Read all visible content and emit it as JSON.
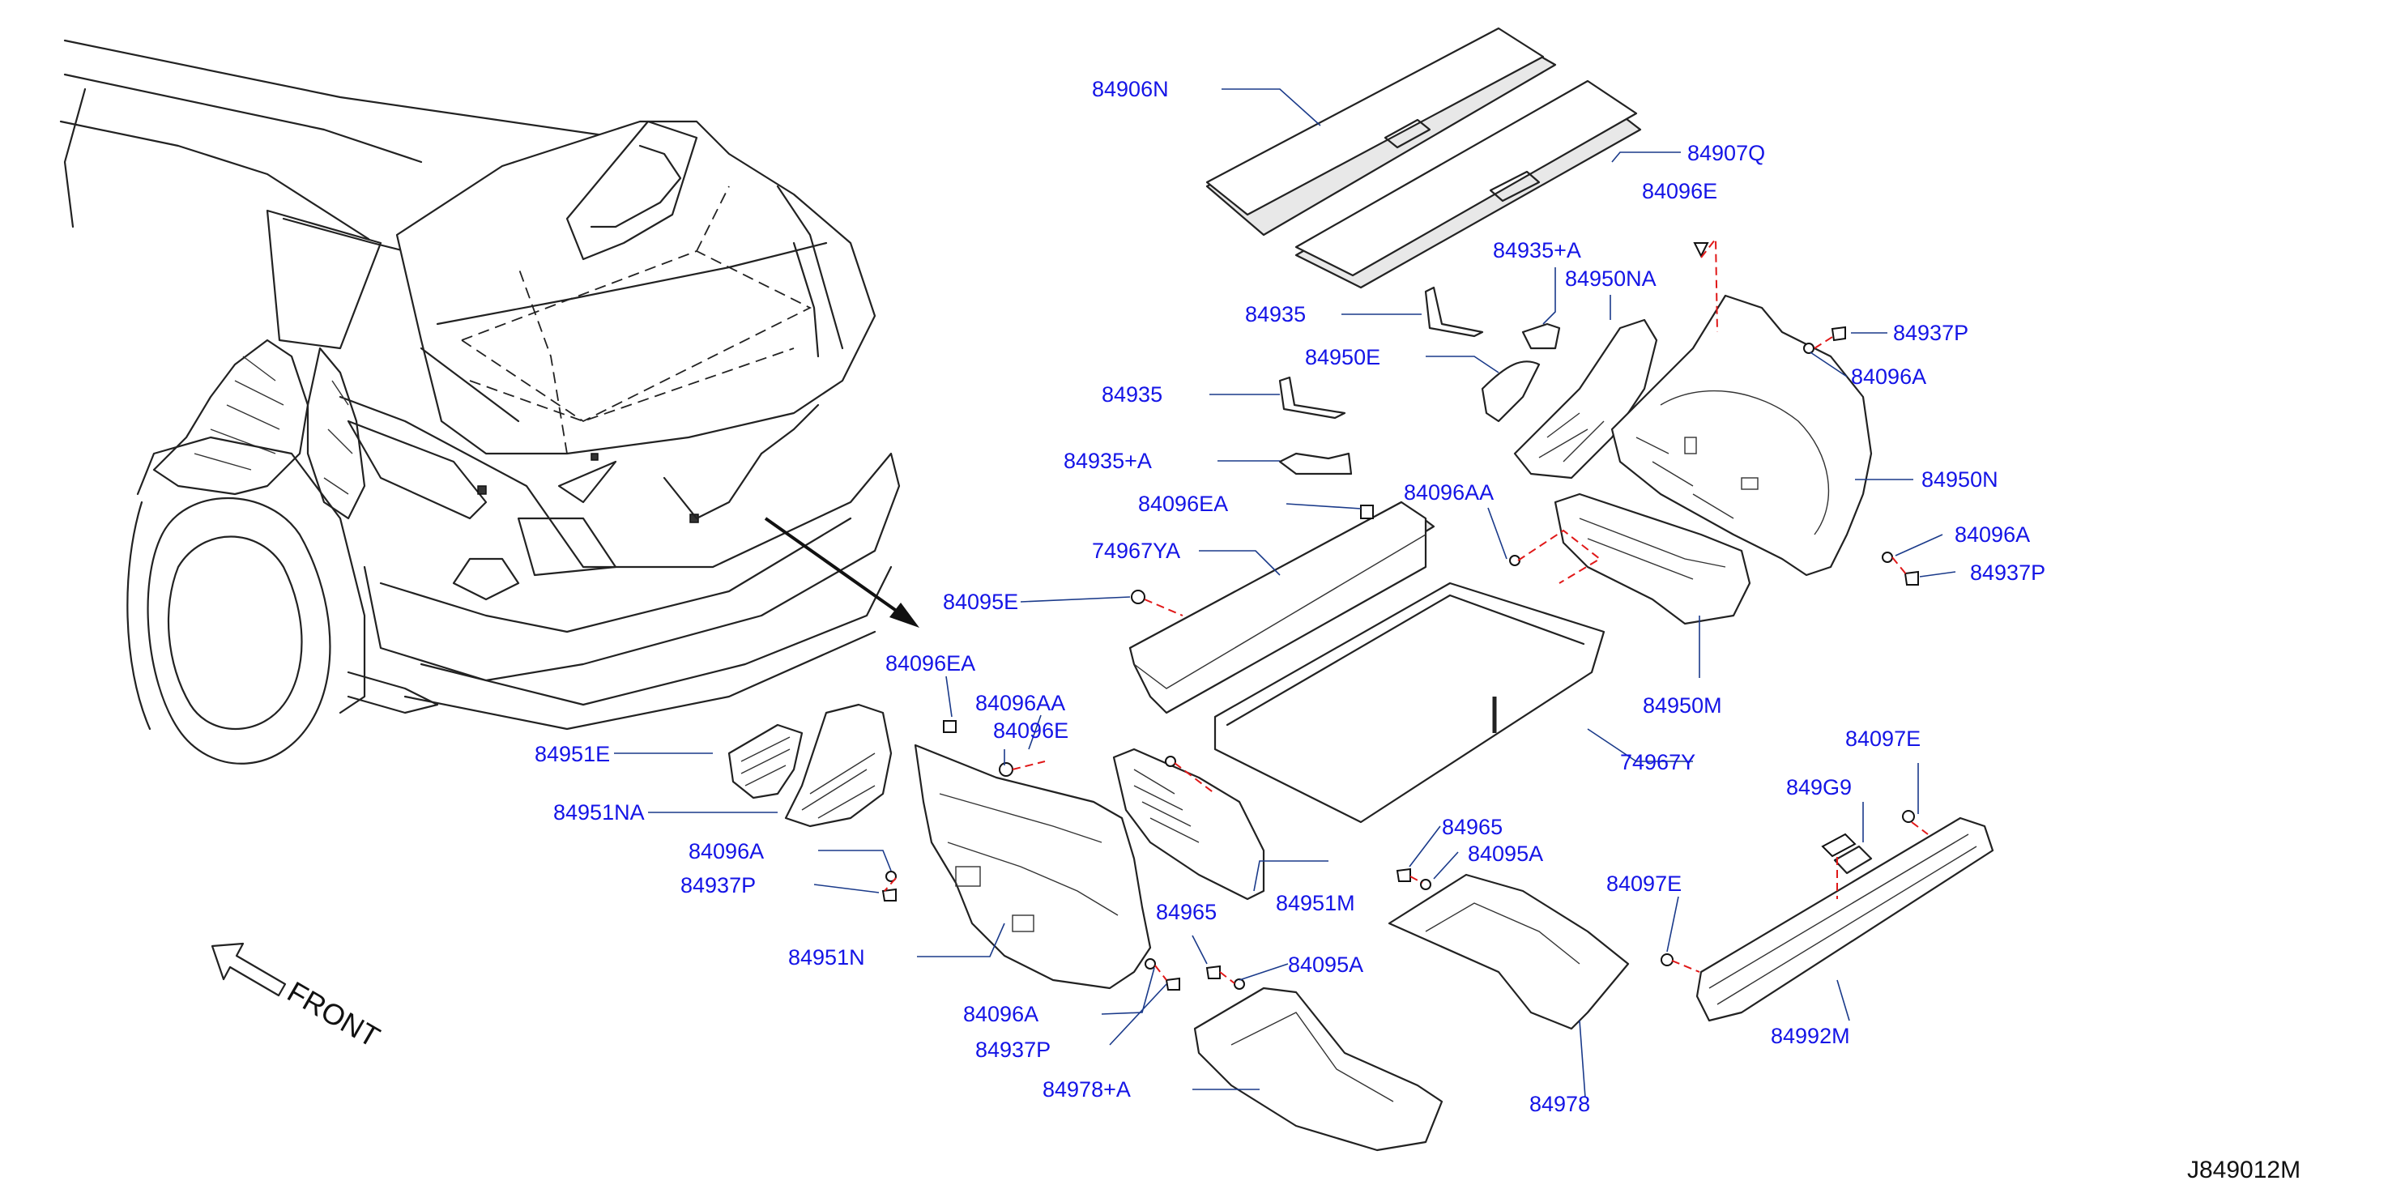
{
  "diagram_code": "J849012M",
  "front_label": "FRONT",
  "parts": [
    {
      "id": "p01",
      "label": "84906N"
    },
    {
      "id": "p02",
      "label": "84907Q"
    },
    {
      "id": "p03",
      "label": "84096E"
    },
    {
      "id": "p04",
      "label": "84935+A"
    },
    {
      "id": "p05",
      "label": "84950NA"
    },
    {
      "id": "p06",
      "label": "84935"
    },
    {
      "id": "p07",
      "label": "84937P"
    },
    {
      "id": "p08",
      "label": "84950E"
    },
    {
      "id": "p09",
      "label": "84096A"
    },
    {
      "id": "p10",
      "label": "84935"
    },
    {
      "id": "p11",
      "label": "84935+A"
    },
    {
      "id": "p12",
      "label": "84950N"
    },
    {
      "id": "p13",
      "label": "84096EA"
    },
    {
      "id": "p14",
      "label": "84096AA"
    },
    {
      "id": "p15",
      "label": "84096A"
    },
    {
      "id": "p16",
      "label": "74967YA"
    },
    {
      "id": "p17",
      "label": "84937P"
    },
    {
      "id": "p18",
      "label": "84095E"
    },
    {
      "id": "p19",
      "label": "84096EA"
    },
    {
      "id": "p20",
      "label": "84096AA"
    },
    {
      "id": "p21",
      "label": "84950M"
    },
    {
      "id": "p22",
      "label": "84096E"
    },
    {
      "id": "p23",
      "label": "84951E"
    },
    {
      "id": "p24",
      "label": "74967Y"
    },
    {
      "id": "p25",
      "label": "84097E"
    },
    {
      "id": "p26",
      "label": "84951NA"
    },
    {
      "id": "p27",
      "label": "849G9"
    },
    {
      "id": "p28",
      "label": "84096A"
    },
    {
      "id": "p29",
      "label": "84965"
    },
    {
      "id": "p30",
      "label": "84095A"
    },
    {
      "id": "p31",
      "label": "84951M"
    },
    {
      "id": "p32",
      "label": "84937P"
    },
    {
      "id": "p33",
      "label": "84097E"
    },
    {
      "id": "p34",
      "label": "84965"
    },
    {
      "id": "p35",
      "label": "84951N"
    },
    {
      "id": "p36",
      "label": "84095A"
    },
    {
      "id": "p37",
      "label": "84096A"
    },
    {
      "id": "p38",
      "label": "84992M"
    },
    {
      "id": "p39",
      "label": "84937P"
    },
    {
      "id": "p40",
      "label": "84978+A"
    },
    {
      "id": "p41",
      "label": "84978"
    }
  ]
}
